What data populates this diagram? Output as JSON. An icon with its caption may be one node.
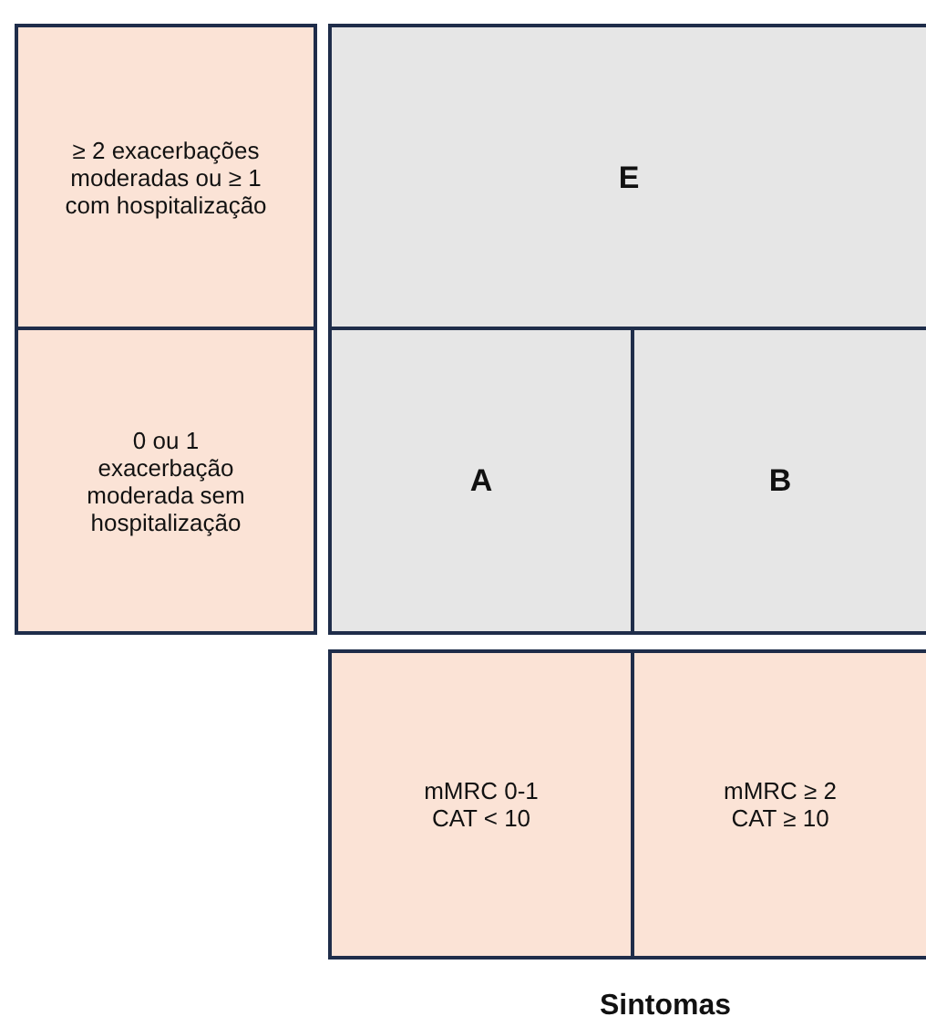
{
  "diagram": {
    "nodes": [
      {
        "text": [
          "≥ 2 exacerbações moderadas ou ≥ 1 com hospitalização"
        ]
      },
      {
        "text": [
          "0 ou 1 exacerbação moderada sem hospitalização"
        ]
      },
      {
        "text": [
          "E"
        ]
      },
      {
        "text": [
          "A"
        ]
      },
      {
        "text": [
          "B"
        ]
      },
      {
        "text": [
          "mMRC 0-1 CAT < 10"
        ]
      },
      {
        "text": [
          "mMRC ≥ 2 CAT ≥ 10"
        ]
      }
    ],
    "labels": [
      "Sintomas"
    ]
  }
}
